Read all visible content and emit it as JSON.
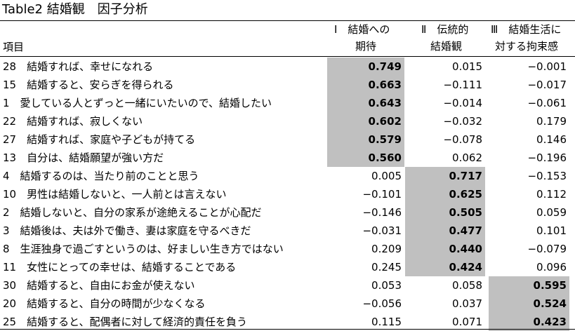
{
  "title": "Table2 結婚観　因子分析",
  "header": {
    "item_label": "項目",
    "factor1_line1": "Ⅰ　結婚への",
    "factor1_line2": "期待",
    "factor2_line1": "Ⅱ　伝統的",
    "factor2_line2": "結婚観",
    "factor3_line1": "Ⅲ　結婚生活に",
    "factor3_line2": "対する拘束感"
  },
  "rows": [
    {
      "item": "28　結婚すれば、幸せになれる",
      "f1": "0.749",
      "f2": "0.015",
      "f3": "−0.001",
      "hl": 1
    },
    {
      "item": "15　結婚すると、安らぎを得られる",
      "f1": "0.663",
      "f2": "−0.111",
      "f3": "−0.017",
      "hl": 1
    },
    {
      "item": "1　愛している人とずっと一緒にいたいので、結婚したい",
      "f1": "0.643",
      "f2": "−0.014",
      "f3": "−0.061",
      "hl": 1
    },
    {
      "item": "22　結婚すれば、寂しくない",
      "f1": "0.602",
      "f2": "−0.032",
      "f3": "0.179",
      "hl": 1
    },
    {
      "item": "27　結婚すれば、家庭や子どもが持てる",
      "f1": "0.579",
      "f2": "−0.078",
      "f3": "0.146",
      "hl": 1
    },
    {
      "item": "13　自分は、結婚願望が強い方だ",
      "f1": "0.560",
      "f2": "0.062",
      "f3": "−0.196",
      "hl": 1
    },
    {
      "item": "4　結婚するのは、当たり前のことと思う",
      "f1": "0.005",
      "f2": "0.717",
      "f3": "−0.153",
      "hl": 2
    },
    {
      "item": "10　男性は結婚しないと、一人前とは言えない",
      "f1": "−0.101",
      "f2": "0.625",
      "f3": "0.112",
      "hl": 2
    },
    {
      "item": "2　結婚しないと、自分の家系が途絶えることが心配だ",
      "f1": "−0.146",
      "f2": "0.505",
      "f3": "0.059",
      "hl": 2
    },
    {
      "item": "3　結婚後は、夫は外で働き、妻は家庭を守るべきだ",
      "f1": "−0.031",
      "f2": "0.477",
      "f3": "0.101",
      "hl": 2
    },
    {
      "item": "8　生涯独身で過ごすというのは、好ましい生き方ではない",
      "f1": "0.209",
      "f2": "0.440",
      "f3": "−0.079",
      "hl": 2
    },
    {
      "item": "11　女性にとっての幸せは、結婚することである",
      "f1": "0.245",
      "f2": "0.424",
      "f3": "0.096",
      "hl": 2
    },
    {
      "item": "30　結婚すると、自由にお金が使えない",
      "f1": "0.053",
      "f2": "0.058",
      "f3": "0.595",
      "hl": 3
    },
    {
      "item": "20　結婚すると、自分の時間が少なくなる",
      "f1": "−0.056",
      "f2": "0.037",
      "f3": "0.524",
      "hl": 3
    },
    {
      "item": "25　結婚すると、配偶者に対して経済的責任を負う",
      "f1": "0.115",
      "f2": "0.071",
      "f3": "0.423",
      "hl": 3
    }
  ]
}
